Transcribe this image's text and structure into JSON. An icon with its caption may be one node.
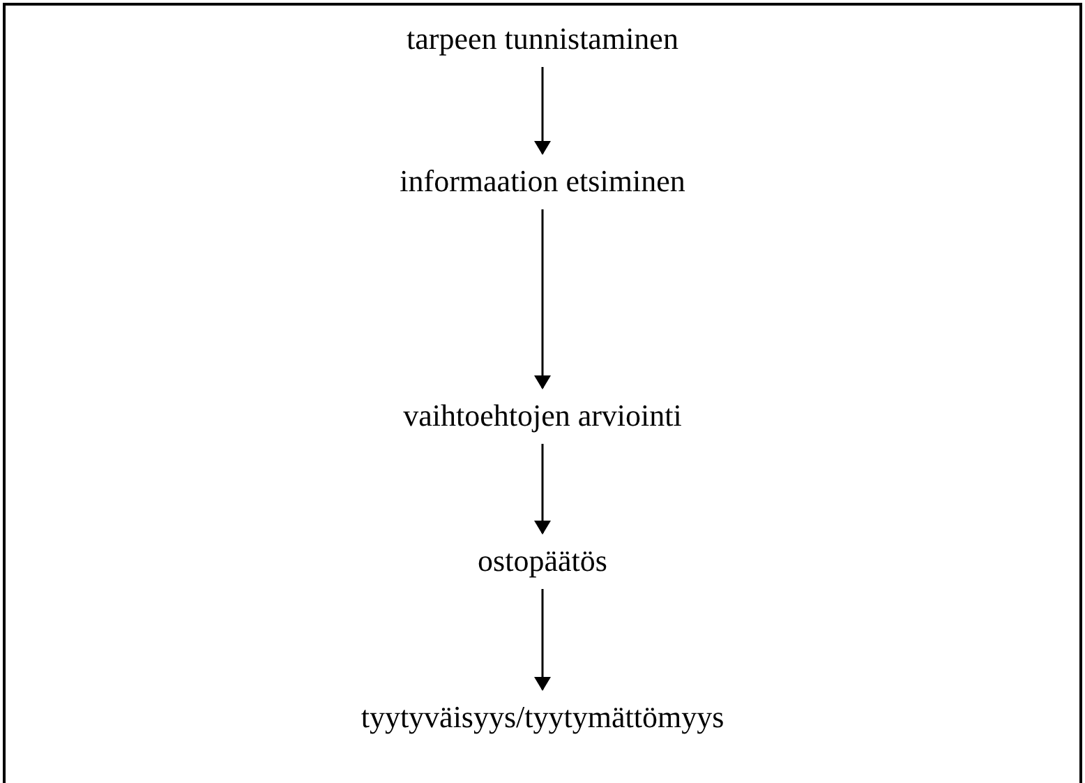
{
  "diagram": {
    "nodes": [
      {
        "text": [
          "tarpeen tunnistaminen"
        ]
      },
      {
        "text": [
          "informaation etsiminen"
        ]
      },
      {
        "text": [
          "vaihtoehtojen arviointi"
        ]
      },
      {
        "text": [
          "ostopäätös"
        ]
      },
      {
        "text": [
          "tyytyväisyys/tyytymättömyys"
        ]
      }
    ],
    "edges": [
      {
        "from": 0,
        "to": 1,
        "arrow": "to"
      },
      {
        "from": 1,
        "to": 2,
        "arrow": "to"
      },
      {
        "from": 2,
        "to": 3,
        "arrow": "to"
      },
      {
        "from": 3,
        "to": 4,
        "arrow": "to"
      }
    ]
  }
}
